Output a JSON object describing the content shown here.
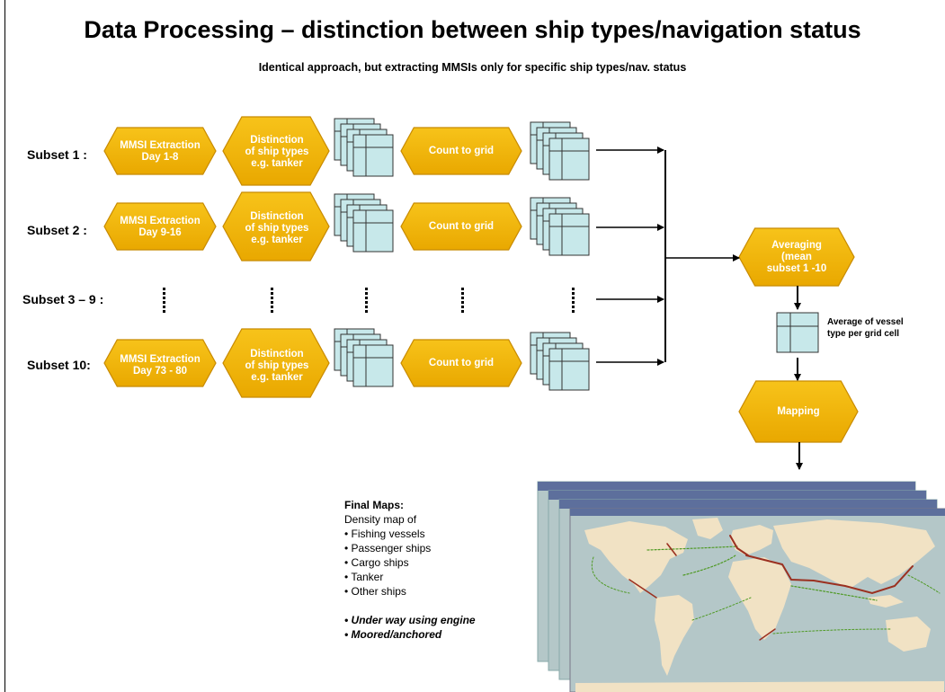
{
  "title": "Data Processing – distinction between ship types/navigation status",
  "subtitle": "Identical approach, but extracting MMSIs only for specific ship types/nav. status",
  "rows": [
    {
      "label": "Subset 1 :",
      "extraction": [
        "MMSI Extraction",
        "Day 1-8"
      ]
    },
    {
      "label": "Subset 2 :",
      "extraction": [
        "MMSI Extraction",
        "Day 9-16"
      ]
    },
    {
      "label": "Subset 3 – 9 :"
    },
    {
      "label": "Subset 10:",
      "extraction": [
        "MMSI Extraction",
        "Day 73 - 80"
      ]
    }
  ],
  "distinction": [
    "Distinction",
    "of ship types",
    "e.g. tanker"
  ],
  "count_label": "Count to grid",
  "averaging": [
    "Averaging",
    "(mean",
    "subset 1 -10"
  ],
  "average_note": [
    "Average of vessel",
    "type per grid cell"
  ],
  "mapping": "Mapping",
  "final_maps": {
    "title": "Final Maps:",
    "intro": "Density map of",
    "types": [
      "Fishing vessels",
      "Passenger ships",
      "Cargo ships",
      "Tanker",
      "Other ships"
    ],
    "status": [
      "Under way using engine",
      "Moored/anchored"
    ]
  },
  "colors": {
    "hexagon_fill": "#f4b800",
    "hexagon_stroke": "#c88a00",
    "grid_fill": "#c7e8ea",
    "ocean": "#b4c7c8",
    "land": "#f1e2c4",
    "route_dense": "#9b3020",
    "route_sparse": "#4f9a24"
  }
}
